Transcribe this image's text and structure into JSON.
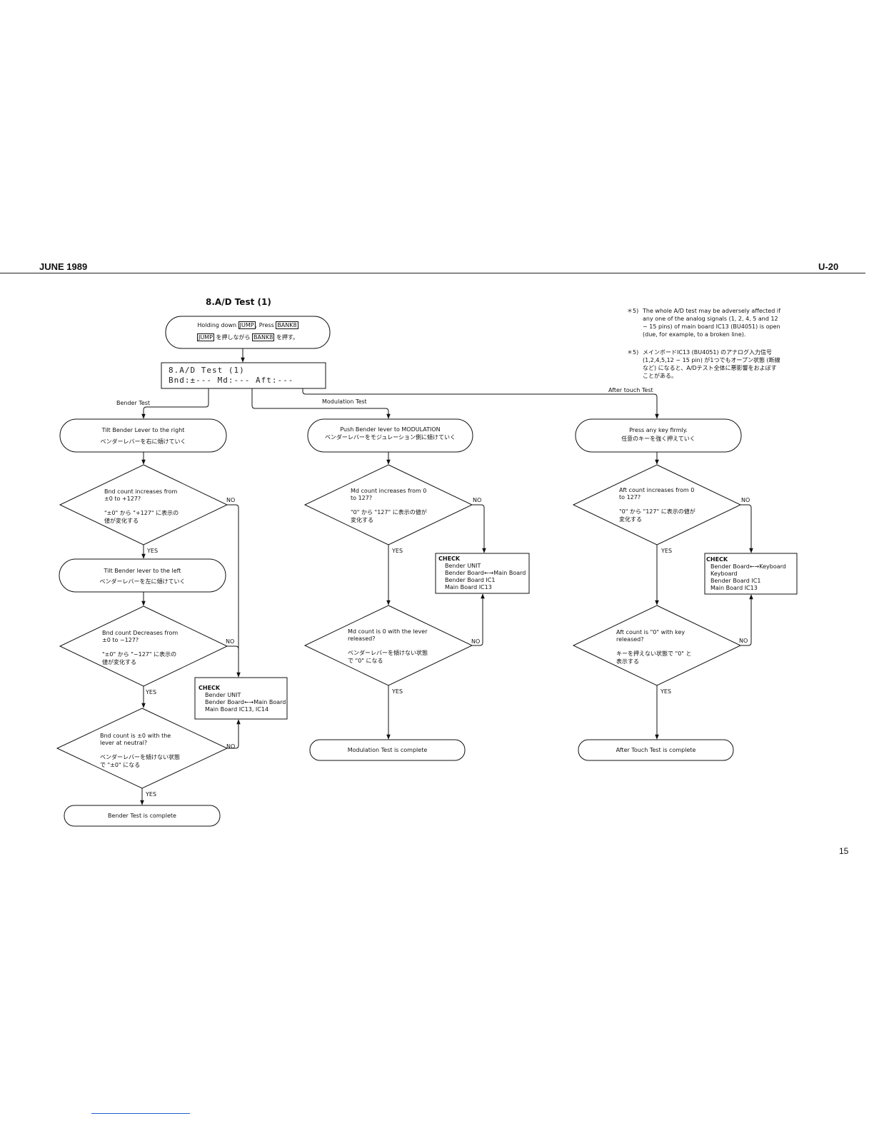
{
  "header": {
    "date": "JUNE 1989",
    "model": "U-20"
  },
  "page_number": "15",
  "title": "8.A/D Test (1)",
  "start": {
    "line1_pre": "Holding down ",
    "key_jump": "JUMP",
    "line1_mid": ", Press ",
    "key_bank8": "BANK8",
    "line2_mid": " を押しながら ",
    "line2_post": " を押す。"
  },
  "lcd": {
    "line1": "8.A/D Test (1)",
    "line2": "Bnd:±--- Md:--- Aft:---"
  },
  "branches": {
    "bender": "Bender Test",
    "modulation": "Modulation Test",
    "aftertouch": "After touch Test"
  },
  "notes": {
    "en_mark": "＊5)",
    "en_text": "The whole A/D test may be adversely affected if any one of the analog signals (1, 2, 4, 5 and 12 − 15 pins) of main board IC13 (BU4051) is open (due, for example, to a broken line).",
    "ja_mark": "＊5)",
    "ja_text": "メインボードIC13 (BU4051) のアナログ入力信号 (1,2,4,5,12 − 15 pin) が1つでもオープン状態 (断線など) になると、A/Dテスト全体に悪影響をおよぼすことがある。"
  },
  "bender": {
    "tilt_right": {
      "en": "Tilt Bender Lever to the right",
      "ja": "ベンダーレバーを右に傾けていく"
    },
    "q1": {
      "en1": "Bnd count increases from",
      "en2": "±0 to +127?",
      "ja1": "\"±0\" から \"+127\" に表示の",
      "ja2": "値が変化する"
    },
    "tilt_left": {
      "en": "Tilt Bender lever to the left",
      "ja": "ベンダーレバーを左に傾けていく"
    },
    "q2": {
      "en1": "Bnd count Decreases from",
      "en2": "±0 to −127?",
      "ja1": "\"±0\" から \"−127\" に表示の",
      "ja2": "値が変化する"
    },
    "q3": {
      "en1": "Bnd count is ±0 with the",
      "en2": "lever at neutral?",
      "ja1": "ベンダーレバーを傾けない状態",
      "ja2": "で \"±0\" になる"
    },
    "check": {
      "title": "CHECK",
      "items": [
        "Bender UNIT",
        "Bender Board←→Main Board",
        "Main Board IC13, IC14"
      ]
    },
    "end": "Bender Test is complete"
  },
  "modulation": {
    "push": {
      "en": "Push Bender lever to MODULATION",
      "ja": "ベンダーレバーをモジュレーション側に傾けていく"
    },
    "q1": {
      "en1": "Md count increases from 0",
      "en2": "to 127?",
      "ja1": "\"0\" から \"127\" に表示の値が",
      "ja2": "変化する"
    },
    "q2": {
      "en1": "Md count is 0 with the lever",
      "en2": "released?",
      "ja1": "ベンダーレバーを傾けない状態",
      "ja2": "で \"0\" になる"
    },
    "check": {
      "title": "CHECK",
      "items": [
        "Bender UNIT",
        "Bender Board←→Main Board",
        "Bender Board IC1",
        "Main Board IC13"
      ]
    },
    "end": "Modulation Test is complete"
  },
  "aftertouch": {
    "press": {
      "en": "Press any key firmly.",
      "ja": "任意のキーを強く押えていく"
    },
    "q1": {
      "en1": "Aft count increases from 0",
      "en2": "to 127?",
      "ja1": "\"0\" から \"127\" に表示の値が",
      "ja2": "変化する"
    },
    "q2": {
      "en1": "Aft count is \"0\" with key",
      "en2": "released?",
      "ja1": "キーを押えない状態で \"0\" と",
      "ja2": "表示する"
    },
    "check": {
      "title": "CHECK",
      "items": [
        "Bender Board←→Keyboard",
        "Keyboard",
        "Bender Board IC1",
        "Main Board IC13"
      ]
    },
    "end": "After Touch Test is complete"
  },
  "labels": {
    "yes": "YES",
    "no": "NO"
  }
}
